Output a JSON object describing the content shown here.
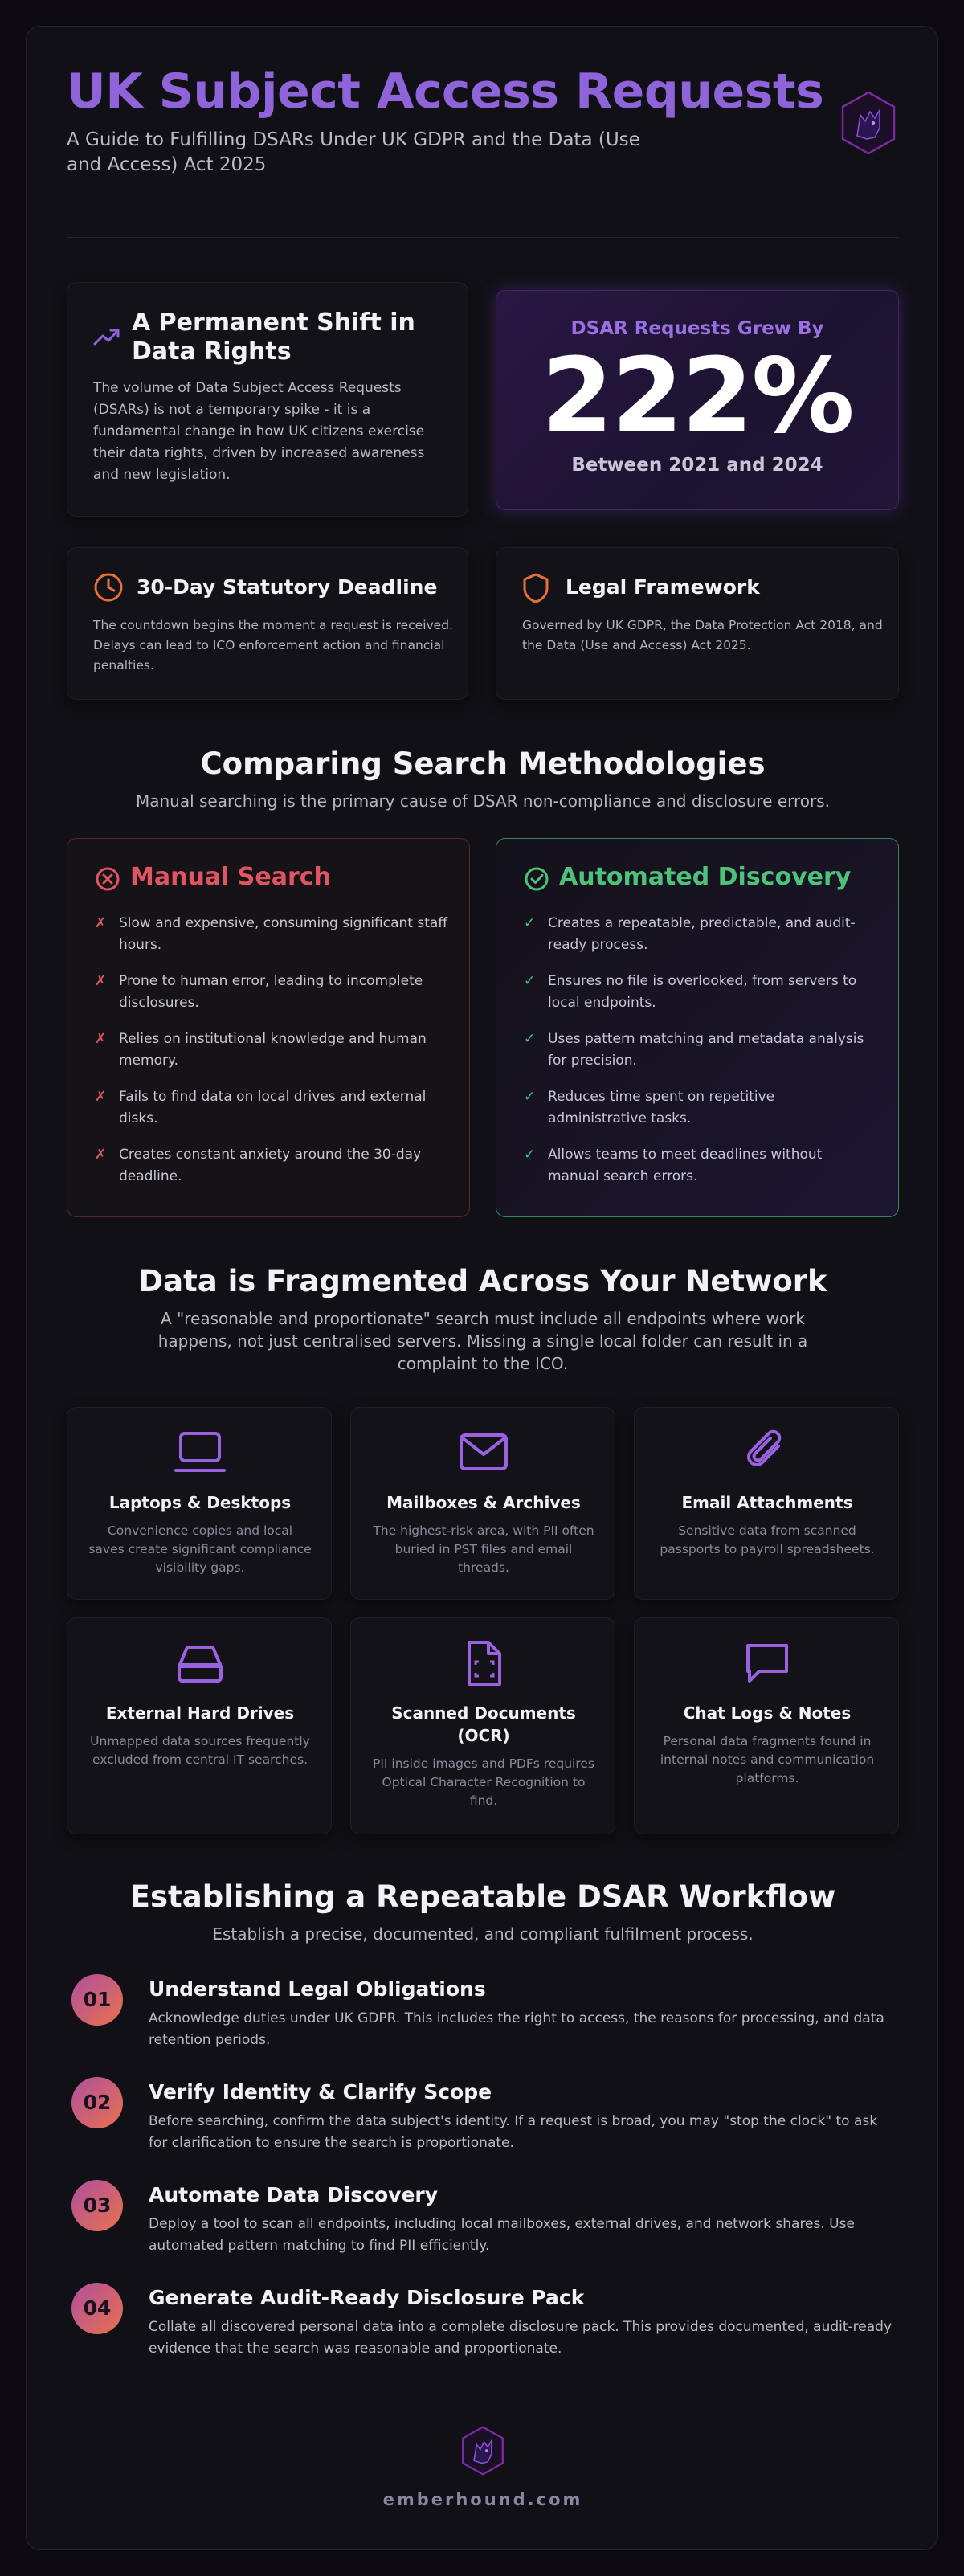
{
  "header": {
    "title": "UK Subject Access Requests",
    "subtitle": "A Guide to Fulfilling DSARs Under UK GDPR and the Data (Use and Access) Act 2025",
    "logo_icon": "wolf-shield-logo-icon"
  },
  "intro": {
    "title": "A Permanent Shift in Data Rights",
    "icon": "trending-up-icon",
    "text": "The volume of Data Subject Access Requests (DSARs) is not a temporary spike - it is a fundamental change in how UK citizens exercise their data rights, driven by increased awareness and new legislation."
  },
  "stat": {
    "label": "DSAR Requests Grew By",
    "value": "222%",
    "sub": "Between 2021 and 2024"
  },
  "deadline": {
    "icon": "clock-icon",
    "title": "30-Day Statutory Deadline",
    "text": "The countdown begins the moment a request is received. Delays can lead to ICO enforcement action and financial penalties."
  },
  "legal": {
    "icon": "shield-icon",
    "title": "Legal Framework",
    "text": "Governed by UK GDPR, the Data Protection Act 2018, and the Data (Use and Access) Act 2025."
  },
  "compare": {
    "title": "Comparing Search Methodologies",
    "subtitle": "Manual searching is the primary cause of DSAR non-compliance and disclosure errors.",
    "manual": {
      "title": "Manual Search",
      "mark": "✗",
      "items": [
        "Slow and expensive, consuming significant staff hours.",
        "Prone to human error, leading to incomplete disclosures.",
        "Relies on institutional knowledge and human memory.",
        "Fails to find data on local drives and external disks.",
        "Creates constant anxiety around the 30-day deadline."
      ]
    },
    "automated": {
      "title": "Automated Discovery",
      "mark": "✓",
      "items": [
        "Creates a repeatable, predictable, and audit-ready process.",
        "Ensures no file is overlooked, from servers to local endpoints.",
        "Uses pattern matching and metadata analysis for precision.",
        "Reduces time spent on repetitive administrative tasks.",
        "Allows teams to meet deadlines without manual search errors."
      ]
    }
  },
  "network": {
    "title": "Data is Fragmented Across Your Network",
    "subtitle": "A \"reasonable and proportionate\" search must include all endpoints where work happens, not just centralised servers. Missing a single local folder can result in a complaint to the ICO.",
    "tiles": [
      {
        "title": "Laptops & Desktops",
        "icon": "laptop-icon",
        "text": "Convenience copies and local saves create significant compliance visibility gaps."
      },
      {
        "title": "Mailboxes & Archives",
        "icon": "mail-icon",
        "text": "The highest-risk area, with PII often buried in PST files and email threads."
      },
      {
        "title": "Email Attachments",
        "icon": "paperclip-icon",
        "text": "Sensitive data from scanned passports to payroll spreadsheets."
      },
      {
        "title": "External Hard Drives",
        "icon": "hard-drive-icon",
        "text": "Unmapped data sources frequently excluded from central IT searches."
      },
      {
        "title": "Scanned Documents (OCR)",
        "icon": "scan-document-icon",
        "text": "PII inside images and PDFs requires Optical Character Recognition to find."
      },
      {
        "title": "Chat Logs & Notes",
        "icon": "chat-bubble-icon",
        "text": "Personal data fragments found in internal notes and communication platforms."
      }
    ]
  },
  "workflow": {
    "title": "Establishing a Repeatable DSAR Workflow",
    "subtitle": "Establish a precise, documented, and compliant fulfilment process.",
    "steps": [
      {
        "num": "01",
        "title": "Understand Legal Obligations",
        "text": "Acknowledge duties under UK GDPR. This includes the right to access, the reasons for processing, and data retention periods."
      },
      {
        "num": "02",
        "title": "Verify Identity & Clarify Scope",
        "text": "Before searching, confirm the data subject's identity. If a request is broad, you may \"stop the clock\" to ask for clarification to ensure the search is proportionate."
      },
      {
        "num": "03",
        "title": "Automate Data Discovery",
        "text": "Deploy a tool to scan all endpoints, including local mailboxes, external drives, and network shares. Use automated pattern matching to find PII efficiently."
      },
      {
        "num": "04",
        "title": "Generate Audit-Ready Disclosure Pack",
        "text": "Collate all discovered personal data into a complete disclosure pack. This provides documented, audit-ready evidence that the search was reasonable and proportionate."
      }
    ]
  },
  "footer": {
    "brand": "emberhound.com"
  },
  "colors": {
    "accent_purple": "#8f63d9",
    "manual_red": "#e05561",
    "auto_green": "#4cc27a",
    "orange": "#e8713a"
  }
}
